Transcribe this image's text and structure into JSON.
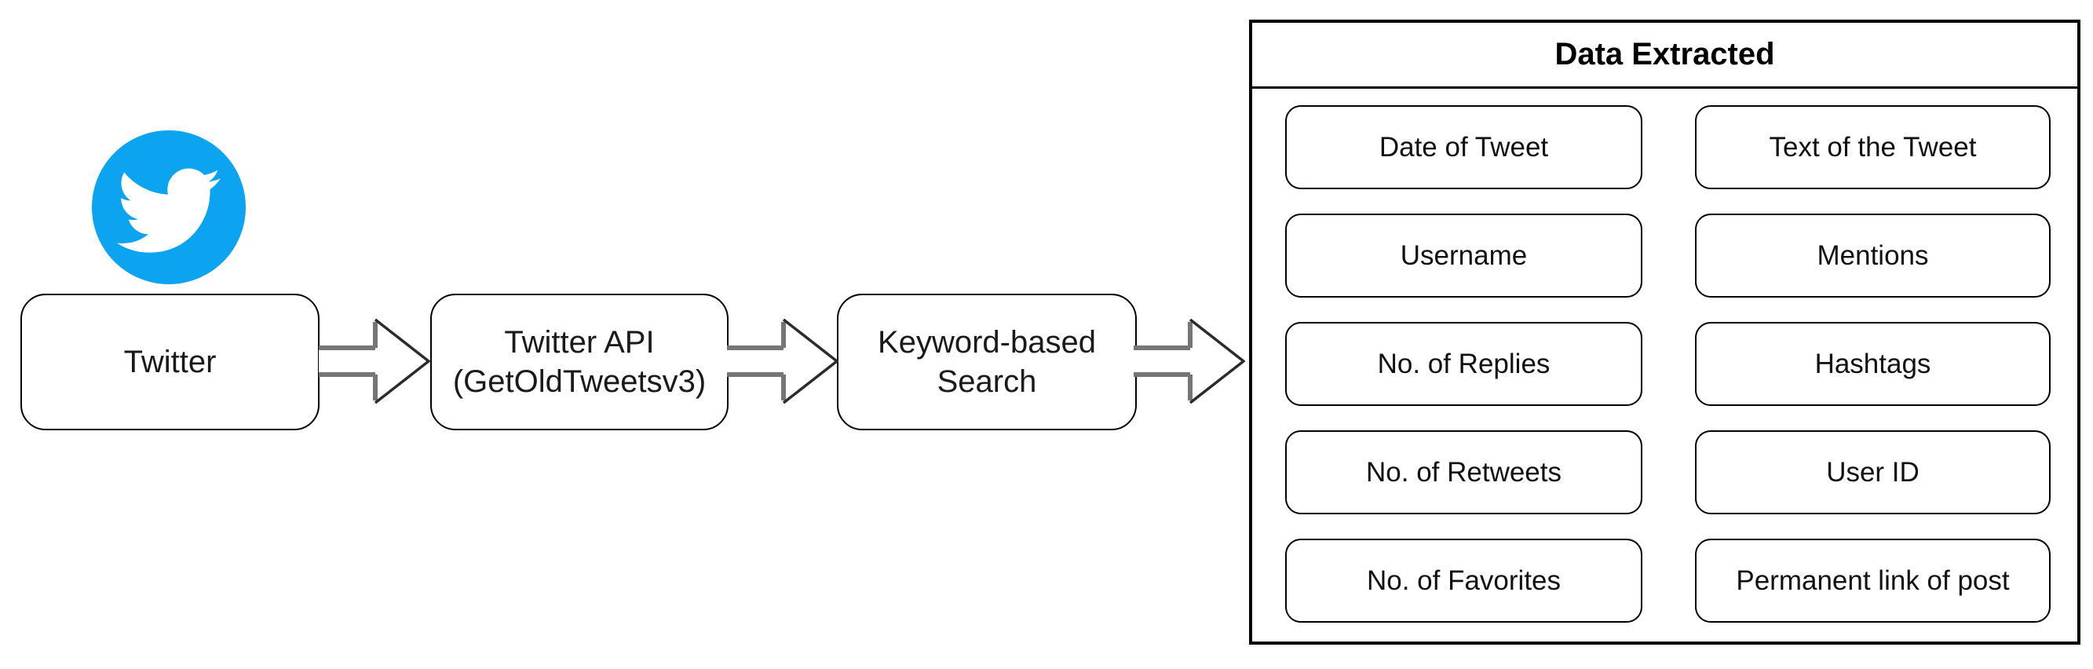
{
  "flow": {
    "nodes": [
      {
        "label": "Twitter"
      },
      {
        "label": "Twitter API\n(GetOldTweetsv3)"
      },
      {
        "label": "Keyword-based\nSearch"
      }
    ]
  },
  "panel": {
    "title": "Data Extracted",
    "columns": [
      [
        "Date of Tweet",
        "Username",
        "No. of Replies",
        "No. of Retweets",
        "No. of Favorites"
      ],
      [
        "Text of the Tweet",
        "Mentions",
        "Hashtags",
        "User ID",
        "Permanent link of post"
      ]
    ]
  },
  "icons": {
    "twitter_bird": "twitter-bird-icon",
    "flow_arrow": "right-block-arrow-icon"
  },
  "colors": {
    "twitter_blue": "#0ca4f0",
    "arrow_shaft_gray": "#757575",
    "arrow_head_dark": "#2b2b2b",
    "outline_black": "#000000",
    "background": "#ffffff"
  }
}
